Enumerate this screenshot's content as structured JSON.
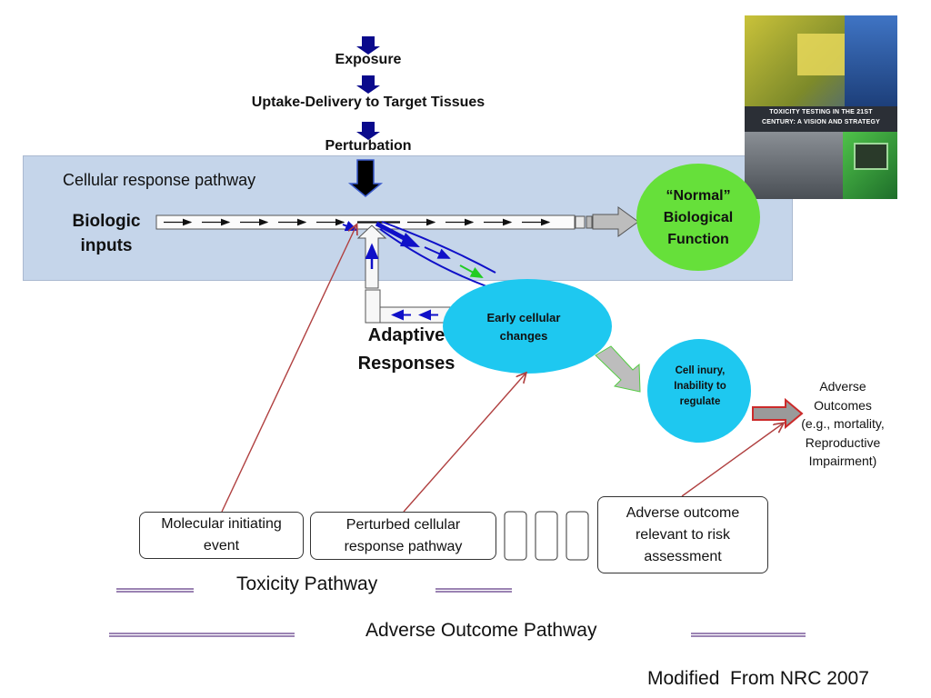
{
  "steps": {
    "exposure": "Exposure",
    "uptake": "Uptake-Delivery to Target Tissues",
    "perturbation": "Perturbation"
  },
  "pathway": {
    "band_label": "Cellular response pathway",
    "biologic_inputs": "Biologic inputs"
  },
  "nodes": {
    "normal_function": "“Normal” Biological Function",
    "early_changes": "Early cellular changes",
    "cell_injury": "Cell inury, Inability to regulate",
    "adaptive": "Adaptive Responses",
    "adverse_outcomes_line1": "Adverse",
    "adverse_outcomes_line2": "Outcomes",
    "adverse_outcomes_line3": "(e.g., mortality,",
    "adverse_outcomes_line4": "Reproductive",
    "adverse_outcomes_line5": "Impairment)"
  },
  "boxes": {
    "molecular": "Molecular initiating event",
    "perturbed": "Perturbed cellular response pathway",
    "adverse_relevant": "Adverse outcome relevant to risk assessment"
  },
  "labels": {
    "toxicity_pathway": "Toxicity Pathway",
    "aop": "Adverse Outcome Pathway",
    "credit": "Modified  From NRC 2007"
  },
  "cover": {
    "title_line1": "TOXICITY TESTING IN THE 21ST",
    "title_line2": "CENTURY: A VISION AND STRATEGY"
  },
  "colors": {
    "band": "#c5d5ea",
    "green_node": "#66e03a",
    "cyan_node": "#1ec8f0",
    "dark_blue_arrow": "#0a0a8c",
    "red_line": "#b04040",
    "purple_line": "#7a5a9a"
  }
}
